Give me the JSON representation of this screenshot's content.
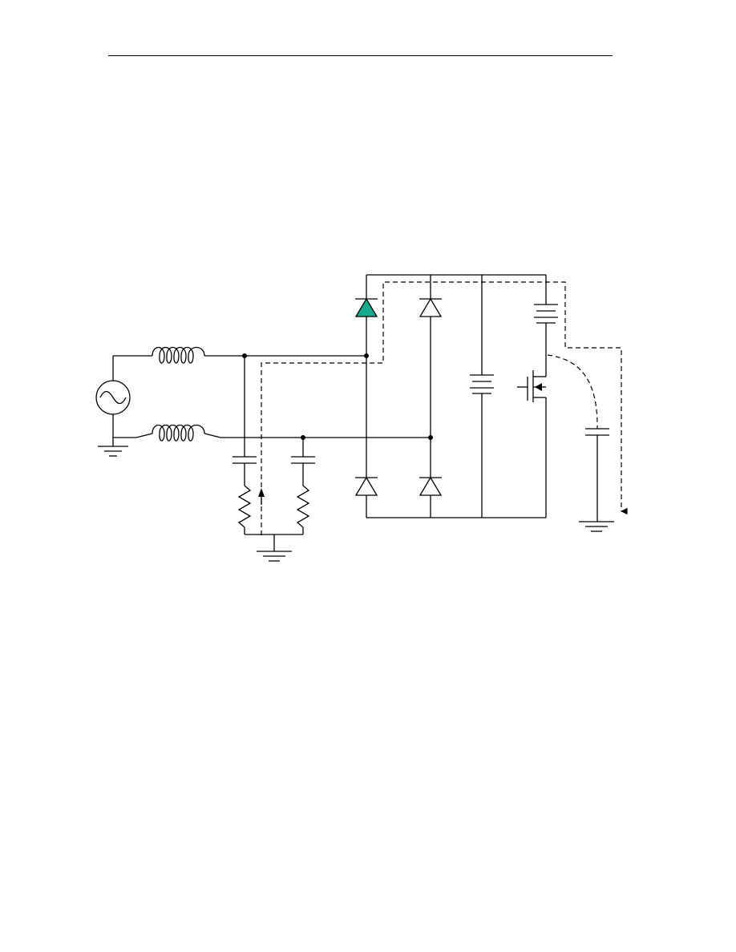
{
  "document": {
    "type": "circuit schematic",
    "colors": {
      "line": "#000000",
      "highlighted_diode": "#1aa88f",
      "background": "#ffffff"
    },
    "components": [
      {
        "name": "ac-source",
        "icon": "ac-source-icon"
      },
      {
        "name": "inductor-top",
        "icon": "inductor-icon"
      },
      {
        "name": "inductor-bottom",
        "icon": "inductor-icon"
      },
      {
        "name": "capacitor-left",
        "icon": "capacitor-icon"
      },
      {
        "name": "capacitor-middle",
        "icon": "capacitor-icon"
      },
      {
        "name": "resistor-left",
        "icon": "resistor-icon"
      },
      {
        "name": "resistor-middle",
        "icon": "resistor-icon"
      },
      {
        "name": "diode-top-left",
        "icon": "diode-icon",
        "highlighted": true
      },
      {
        "name": "diode-top-right",
        "icon": "diode-icon"
      },
      {
        "name": "diode-bottom-left",
        "icon": "diode-icon"
      },
      {
        "name": "diode-bottom-right",
        "icon": "diode-icon"
      },
      {
        "name": "bulk-capacitor",
        "icon": "capacitor-icon"
      },
      {
        "name": "capacitor-top-right",
        "icon": "capacitor-icon"
      },
      {
        "name": "mosfet",
        "icon": "mosfet-icon"
      },
      {
        "name": "parasitic-capacitor",
        "icon": "capacitor-icon"
      },
      {
        "name": "ground-source",
        "icon": "ground-icon"
      },
      {
        "name": "ground-rc",
        "icon": "ground-icon"
      },
      {
        "name": "ground-right",
        "icon": "ground-icon"
      }
    ],
    "noise_path": {
      "style": "dashed",
      "arrows": 2
    }
  }
}
